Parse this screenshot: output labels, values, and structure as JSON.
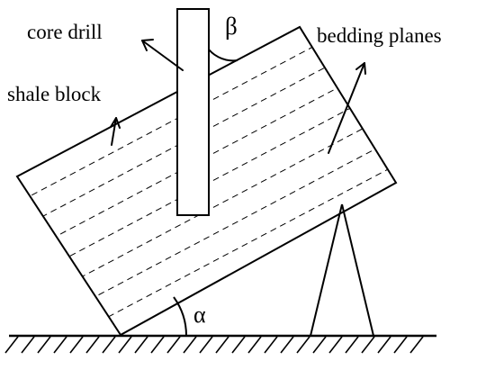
{
  "labels": {
    "core_drill": "core drill",
    "shale_block": "shale block",
    "bedding_planes": "bedding planes",
    "alpha": "α",
    "beta": "β"
  },
  "colors": {
    "stroke": "#000000",
    "background": "#ffffff"
  }
}
